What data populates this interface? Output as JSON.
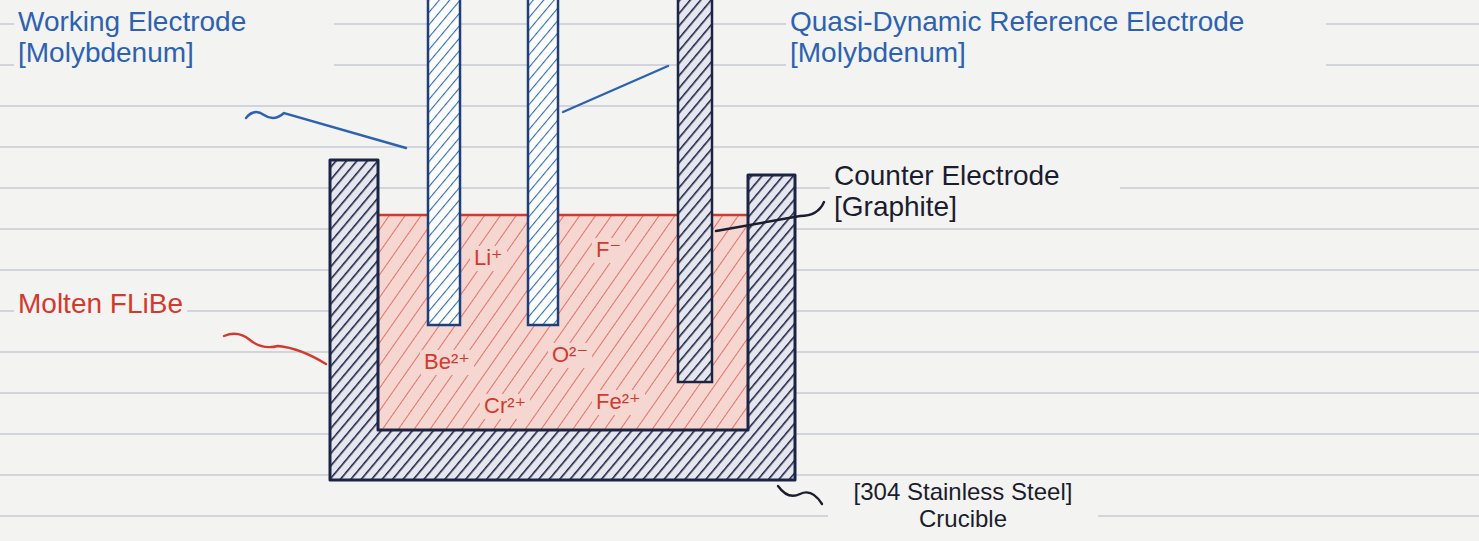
{
  "diagram": {
    "labels": [
      "Working Electrode [Molybdenum]",
      "Quasi-Dynamic Reference Electrode [Molybdenum]",
      "Li⁺",
      "F⁻",
      "Counter Electrode [Graphite]",
      "Molten FLiBe",
      "Be²⁺",
      "O²⁻",
      "Cr²⁺",
      "Fe²⁺",
      "[304 Stainless Steel] Crucible"
    ]
  }
}
